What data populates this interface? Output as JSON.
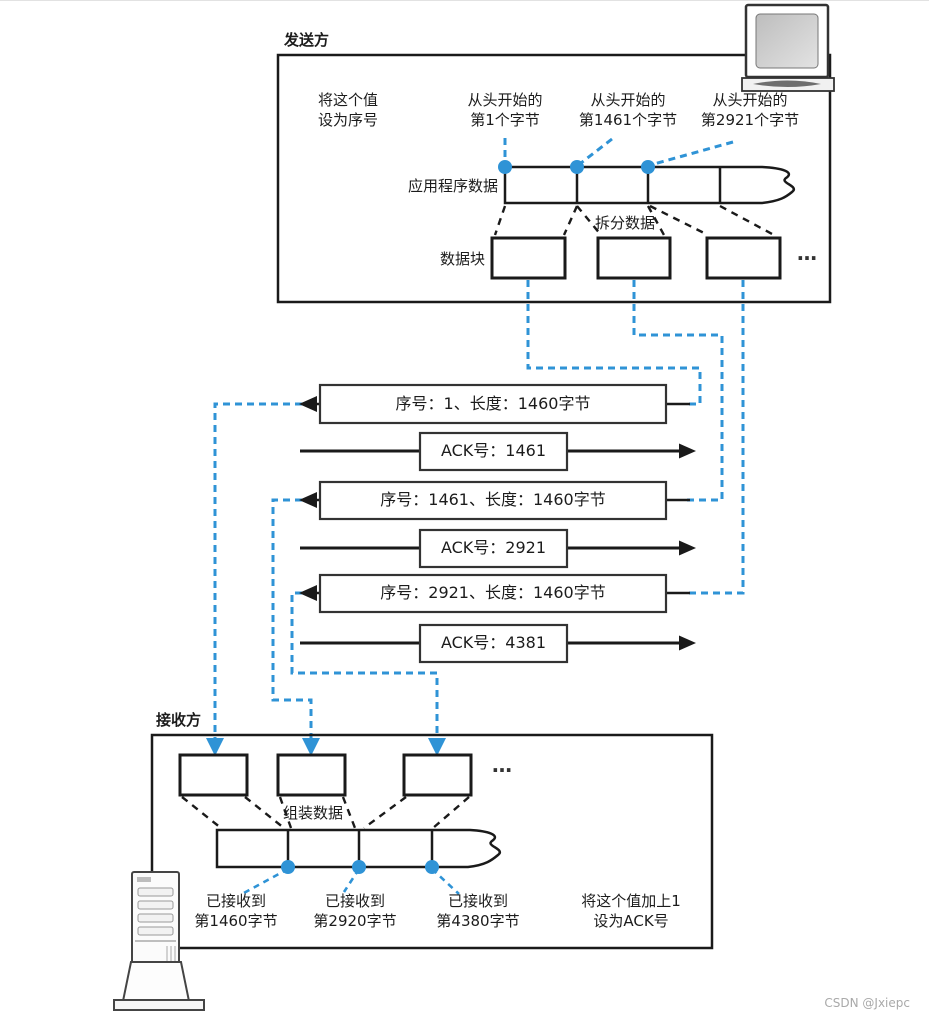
{
  "colors": {
    "blue": "#2f93d6",
    "line": "#1a1a1a",
    "text": "#1c1c1c",
    "watermark": "#a9a9a9"
  },
  "sender": {
    "title": "发送方",
    "seq_note": {
      "line1": "将这个值",
      "line2": "设为序号"
    },
    "byte_labels": [
      {
        "line1": "从头开始的",
        "line2": "第1个字节"
      },
      {
        "line1": "从头开始的",
        "line2": "第1461个字节"
      },
      {
        "line1": "从头开始的",
        "line2": "第2921个字节"
      }
    ],
    "app_data_label": "应用程序数据",
    "split_label": "拆分数据",
    "blocks_label": "数据块",
    "ellipsis": "…"
  },
  "messages": [
    {
      "kind": "seq",
      "text": "序号：1、长度：1460字节"
    },
    {
      "kind": "ack",
      "text": "ACK号：1461"
    },
    {
      "kind": "seq",
      "text": "序号：1461、长度：1460字节"
    },
    {
      "kind": "ack",
      "text": "ACK号：2921"
    },
    {
      "kind": "seq",
      "text": "序号：2921、长度：1460字节"
    },
    {
      "kind": "ack",
      "text": "ACK号：4381"
    }
  ],
  "receiver": {
    "title": "接收方",
    "assemble_label": "组装数据",
    "received_labels": [
      {
        "line1": "已接收到",
        "line2": "第1460字节"
      },
      {
        "line1": "已接收到",
        "line2": "第2920字节"
      },
      {
        "line1": "已接收到",
        "line2": "第4380字节"
      }
    ],
    "ack_note": {
      "line1": "将这个值加上1",
      "line2": "设为ACK号"
    },
    "ellipsis": "…"
  },
  "watermark": "CSDN @Jxiepc"
}
